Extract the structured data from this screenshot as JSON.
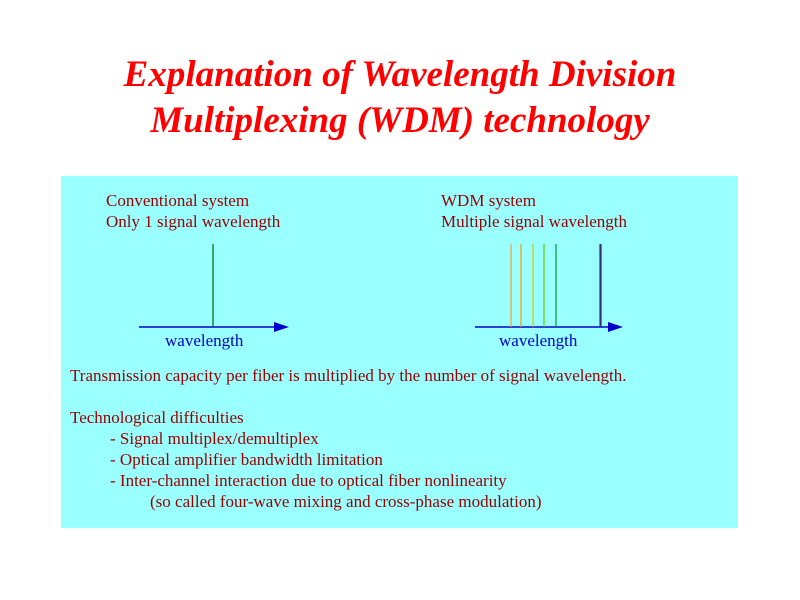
{
  "title": {
    "line1": "Explanation of Wavelength Division",
    "line2": "Multiplexing (WDM) technology"
  },
  "left_diagram": {
    "heading1": "Conventional system",
    "heading2": "Only 1 signal wavelength",
    "axis_label": "wavelength",
    "signal_colors": [
      "#006600"
    ]
  },
  "right_diagram": {
    "heading1": "WDM system",
    "heading2": "Multiple signal wavelength",
    "axis_label": "wavelength",
    "signal_colors": [
      "#ff9933",
      "#ff9900",
      "#cccc00",
      "#66cc00",
      "#009933",
      "#006600",
      "#6600cc"
    ]
  },
  "colors": {
    "title": "#ff0000",
    "panel": "#99ffff",
    "text": "#990000",
    "axis": "#0000cc"
  },
  "body": {
    "capacity": "Transmission capacity per fiber is multiplied by the number of signal wavelength.",
    "difficulties_heading": "Technological difficulties",
    "difficulty1": "- Signal multiplex/demultiplex",
    "difficulty2": "- Optical amplifier bandwidth limitation",
    "difficulty3": "- Inter-channel interaction due to optical fiber nonlinearity",
    "difficulty3_note": "(so called four-wave mixing and cross-phase modulation)"
  }
}
